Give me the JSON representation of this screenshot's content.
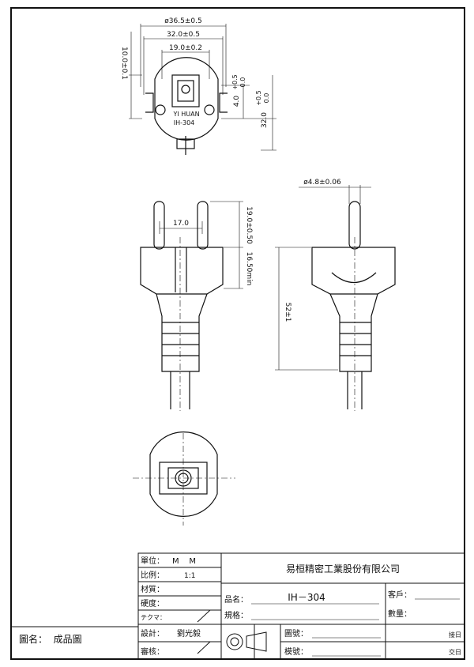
{
  "drawing": {
    "top_view": {
      "dim_outer": "ø36.5±0.5",
      "dim_pins": "32.0±0.5",
      "dim_inner": "19.0±0.2",
      "dim_left": "10.0±0.1",
      "dim_small": "4.0",
      "dim_small_tol_top": "+0.5",
      "dim_small_tol_bot": "0.0",
      "dim_height": "32.0",
      "dim_height_tol_top": "+0.5",
      "dim_height_tol_bot": "0.0",
      "brand": "YI HUAN",
      "model": "IH-304"
    },
    "front_view": {
      "dim_pin_gap": "17.0",
      "dim_pin_length": "19.0±0.50",
      "dim_pin_min": "16.50min"
    },
    "side_view": {
      "dim_pin_dia": "ø4.8±0.06",
      "dim_body_length": "52±1"
    }
  },
  "title_block": {
    "unit_label": "單位：",
    "unit_value": "M    M",
    "scale_label": "比例：",
    "scale_value": "1:1",
    "material_label": "材質：",
    "hardness_label": "硬度：",
    "technique_label": "テクマ：",
    "design_label": "設計：",
    "designer": "劉光毅",
    "review_label": "審核：",
    "company": "易桓精密工業股份有限公司",
    "part_name_label": "品名：",
    "part_name_value": "IH－304",
    "spec_label": "規格：",
    "customer_label": "客戶：",
    "quantity_label": "數量：",
    "drawing_no_label": "圖號：",
    "mold_no_label": "模號：",
    "receive_date_label": "接日",
    "delivery_date_label": "交日",
    "drawing_title": "圖名：  成品圖"
  }
}
